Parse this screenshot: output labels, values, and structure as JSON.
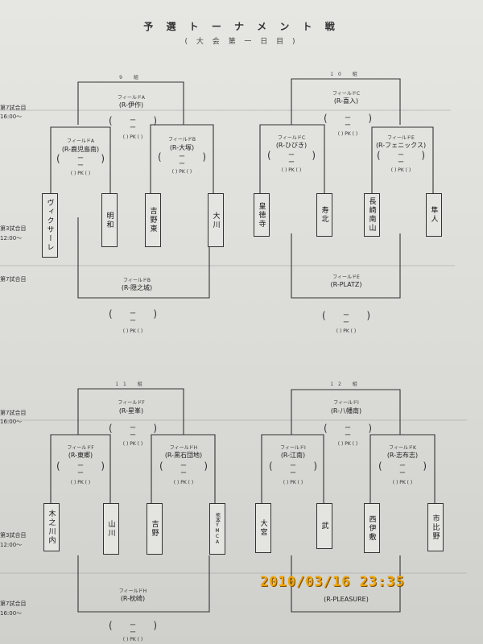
{
  "header": {
    "title": "予 選 ト ー ナ メ ン ト 戦",
    "subtitle": "( 大 会 第 一 日 目 )"
  },
  "rounds": {
    "r7_top": "第7試合目",
    "r7_time_top": "16:00～",
    "r3_top": "第3試合目",
    "r3_time_top": "12:00～",
    "r7_mid": "第7試合目",
    "r7_low": "第7試合目",
    "r7_time_low": "16:00～",
    "r3_low": "第3試合目",
    "r3_time_low": "12:00～",
    "r7_bot": "第7試合目",
    "r7_time_bot": "16:00～"
  },
  "groups": [
    {
      "label": "9 組",
      "final": {
        "field": "フィールドA",
        "ref": "(R-伊作)"
      },
      "semis": [
        {
          "field": "フィールドA",
          "ref": "(R-鹿児島南)"
        },
        {
          "field": "フィールドB",
          "ref": "(R-大塚)"
        }
      ],
      "bottom": {
        "field": "フィールドB",
        "ref": "(R-隠之城)"
      },
      "teams": [
        "ヴィクサーレ",
        "明和",
        "吉野東",
        "大川"
      ]
    },
    {
      "label": "10 組",
      "final": {
        "field": "フィールドC",
        "ref": "(R-喜入)"
      },
      "semis": [
        {
          "field": "フィールドC",
          "ref": "(R-ひびき)"
        },
        {
          "field": "フィールドE",
          "ref": "(R-フェニックス)"
        }
      ],
      "bottom": {
        "field": "フィールドE",
        "ref": "(R-PLATZ)"
      },
      "teams": [
        "皇徳寺",
        "寿北",
        "長崎南山",
        "隼人"
      ]
    },
    {
      "label": "11 組",
      "final": {
        "field": "フィールドF",
        "ref": "(R-星峯)"
      },
      "semis": [
        {
          "field": "フィールドF",
          "ref": "(R-東郷)"
        },
        {
          "field": "フィールドH",
          "ref": "(R-黒石団地)"
        }
      ],
      "bottom": {
        "field": "フィールドH",
        "ref": "(R-枕崎)"
      },
      "teams": [
        "木之川内",
        "山川",
        "吉野",
        "熊本YMCA"
      ]
    },
    {
      "label": "12 組",
      "final": {
        "field": "フィールドI",
        "ref": "(R-八幡南)"
      },
      "semis": [
        {
          "field": "フィールドI",
          "ref": "(R-江南)"
        },
        {
          "field": "フィールドK",
          "ref": "(R-志布志)"
        }
      ],
      "bottom": {
        "field": "",
        "ref": "(R-PLEASURE)"
      },
      "teams": [
        "大宮",
        "武",
        "西伊敷",
        "市比野"
      ]
    }
  ],
  "score": {
    "open": "(",
    "close": ")",
    "dash": "ー",
    "pk": "(  ) PK (  )"
  },
  "timestamp": "2010/03/16 23:35"
}
